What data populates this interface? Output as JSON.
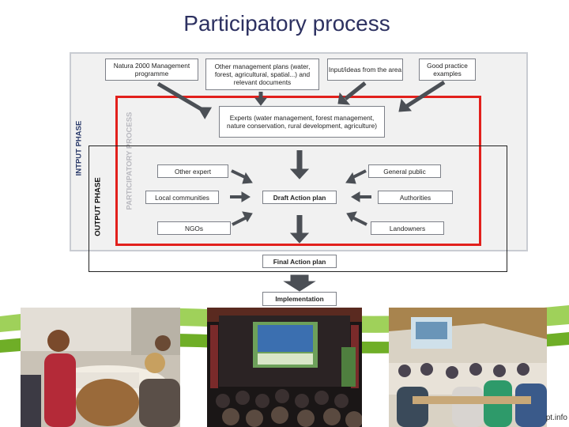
{
  "slide": {
    "title": "Participatory process",
    "watermark": "pt.info"
  },
  "diagram": {
    "phase_labels": {
      "input": "INTPUT PHASE",
      "participatory": "PARTICIPATORY PROCESS",
      "output": "OUTPUT PHASE"
    },
    "inputs": [
      "Natura 2000 Management programme",
      "Other management plans (water, forest, agricultural, spatial...) and relevant documents",
      "Input/ideas from the area",
      "Good practice examples"
    ],
    "experts": "Experts (water management, forest management, nature conservation, rural development, agriculture)",
    "left_actors": [
      "Other expert",
      "Local communities",
      "NGOs"
    ],
    "right_actors": [
      "General public",
      "Authorities",
      "Landowners"
    ],
    "draft": "Draft Action plan",
    "final": "Final Action plan",
    "implementation": "Implementation"
  },
  "colors": {
    "title": "#2d3161",
    "participatory_frame": "#e2201c",
    "participatory_label": "#b9b9bf",
    "arrow": "#4b4f55",
    "swoosh": "#7bbf2c"
  },
  "photos": [
    {
      "name": "workshop-photo",
      "icon": "people-at-table"
    },
    {
      "name": "presentation-photo",
      "icon": "audience-screen"
    },
    {
      "name": "meeting-photo",
      "icon": "group-meeting"
    }
  ]
}
